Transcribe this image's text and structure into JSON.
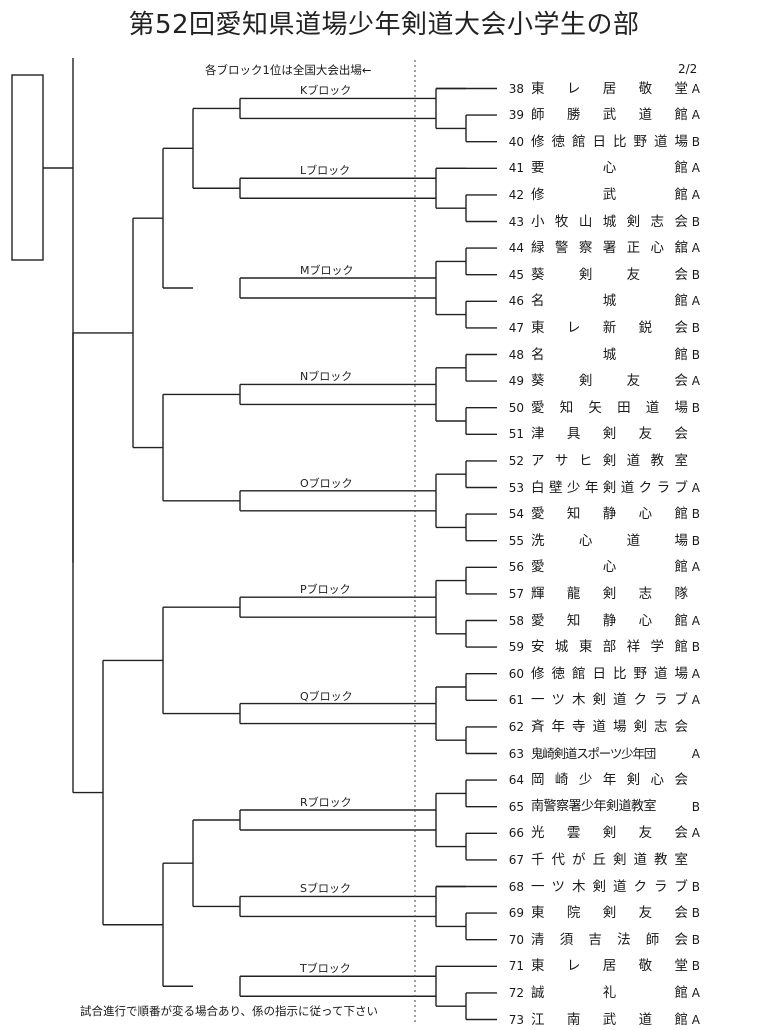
{
  "title": "第52回愛知県道場少年剣道大会小学生の部",
  "note_top": "各ブロック1位は全国大会出場←",
  "page": "2/2",
  "note_bottom": "試合進行で順番が変る場合あり、係の指示に従って下さい",
  "blocks": [
    {
      "label": "Kブロック",
      "teams": [
        {
          "num": "38",
          "name": "東レ居敬堂",
          "grade": "A"
        },
        {
          "num": "39",
          "name": "師勝武道館",
          "grade": "A"
        },
        {
          "num": "40",
          "name": "修徳館日比野道場",
          "grade": "B"
        }
      ]
    },
    {
      "label": "Lブロック",
      "teams": [
        {
          "num": "41",
          "name": "要心館",
          "grade": "A"
        },
        {
          "num": "42",
          "name": "修武館",
          "grade": "A"
        },
        {
          "num": "43",
          "name": "小牧山城剣志会",
          "grade": "B"
        }
      ]
    },
    {
      "label": "Mブロック",
      "teams": [
        {
          "num": "44",
          "name": "緑警察署正心舘",
          "grade": "A"
        },
        {
          "num": "45",
          "name": "葵剣友会",
          "grade": "B"
        },
        {
          "num": "46",
          "name": "名城館",
          "grade": "A"
        },
        {
          "num": "47",
          "name": "東レ新鋭会",
          "grade": "B"
        }
      ]
    },
    {
      "label": "Nブロック",
      "teams": [
        {
          "num": "48",
          "name": "名城館",
          "grade": "B"
        },
        {
          "num": "49",
          "name": "葵剣友会",
          "grade": "A"
        },
        {
          "num": "50",
          "name": "愛知矢田道場",
          "grade": "B"
        },
        {
          "num": "51",
          "name": "津具剣友会",
          "grade": ""
        }
      ]
    },
    {
      "label": "Oブロック",
      "teams": [
        {
          "num": "52",
          "name": "アサヒ剣道教室",
          "grade": ""
        },
        {
          "num": "53",
          "name": "白壁少年剣道クラブ",
          "grade": "A"
        },
        {
          "num": "54",
          "name": "愛知静心館",
          "grade": "B"
        },
        {
          "num": "55",
          "name": "洗心道場",
          "grade": "B"
        }
      ]
    },
    {
      "label": "Pブロック",
      "teams": [
        {
          "num": "56",
          "name": "愛心館",
          "grade": "A"
        },
        {
          "num": "57",
          "name": "輝龍剣志隊",
          "grade": ""
        },
        {
          "num": "58",
          "name": "愛知静心館",
          "grade": "A"
        },
        {
          "num": "59",
          "name": "安城東部祥学館",
          "grade": "B"
        }
      ]
    },
    {
      "label": "Qブロック",
      "teams": [
        {
          "num": "60",
          "name": "修徳館日比野道場",
          "grade": "A"
        },
        {
          "num": "61",
          "name": "一ツ木剣道クラブ",
          "grade": "A"
        },
        {
          "num": "62",
          "name": "斉年寺道場剣志会",
          "grade": ""
        },
        {
          "num": "63",
          "name": "鬼崎剣道スポーツ少年団",
          "grade": "A"
        }
      ]
    },
    {
      "label": "Rブロック",
      "teams": [
        {
          "num": "64",
          "name": "岡崎少年剣心会",
          "grade": ""
        },
        {
          "num": "65",
          "name": "南警察署少年剣道教室",
          "grade": "B"
        },
        {
          "num": "66",
          "name": "光雲剣友会",
          "grade": "A"
        },
        {
          "num": "67",
          "name": "千代が丘剣道教室",
          "grade": ""
        }
      ]
    },
    {
      "label": "Sブロック",
      "teams": [
        {
          "num": "68",
          "name": "一ツ木剣道クラブ",
          "grade": "B"
        },
        {
          "num": "69",
          "name": "東院剣友会",
          "grade": "B"
        },
        {
          "num": "70",
          "name": "清須吉法師会",
          "grade": "B"
        }
      ]
    },
    {
      "label": "Tブロック",
      "teams": [
        {
          "num": "71",
          "name": "東レ居敬堂",
          "grade": "B"
        },
        {
          "num": "72",
          "name": "誠礼館",
          "grade": "A"
        },
        {
          "num": "73",
          "name": "江南武道館",
          "grade": "A"
        }
      ]
    }
  ]
}
